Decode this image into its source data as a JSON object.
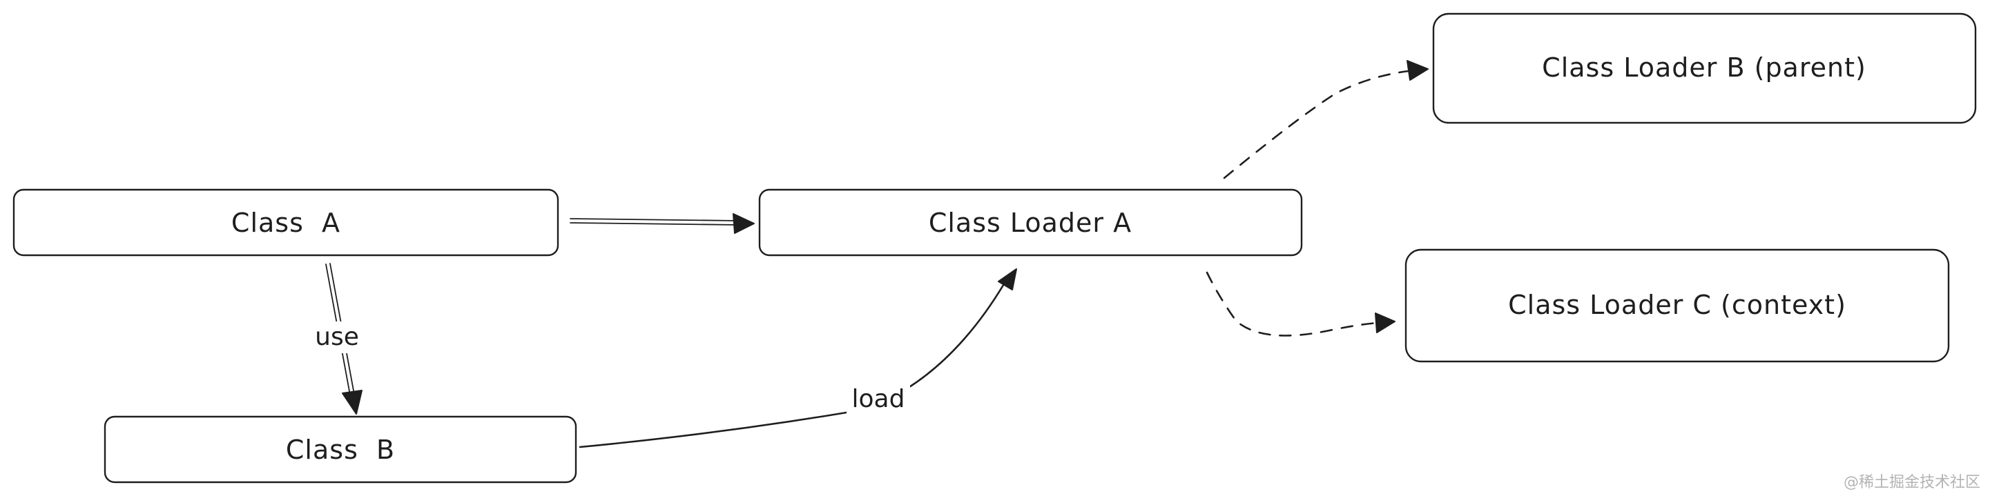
{
  "nodes": {
    "class_a": "Class  A",
    "class_b": "Class  B",
    "class_loader_a": "Class Loader A",
    "class_loader_b": "Class Loader B (parent)",
    "class_loader_c": "Class Loader C (context)"
  },
  "edges": {
    "use": "use",
    "load": "load"
  },
  "watermark": "@稀土掘金技术社区",
  "colors": {
    "stroke": "#1e1e1e",
    "background": "#ffffff",
    "watermark": "#b3b3b3"
  }
}
